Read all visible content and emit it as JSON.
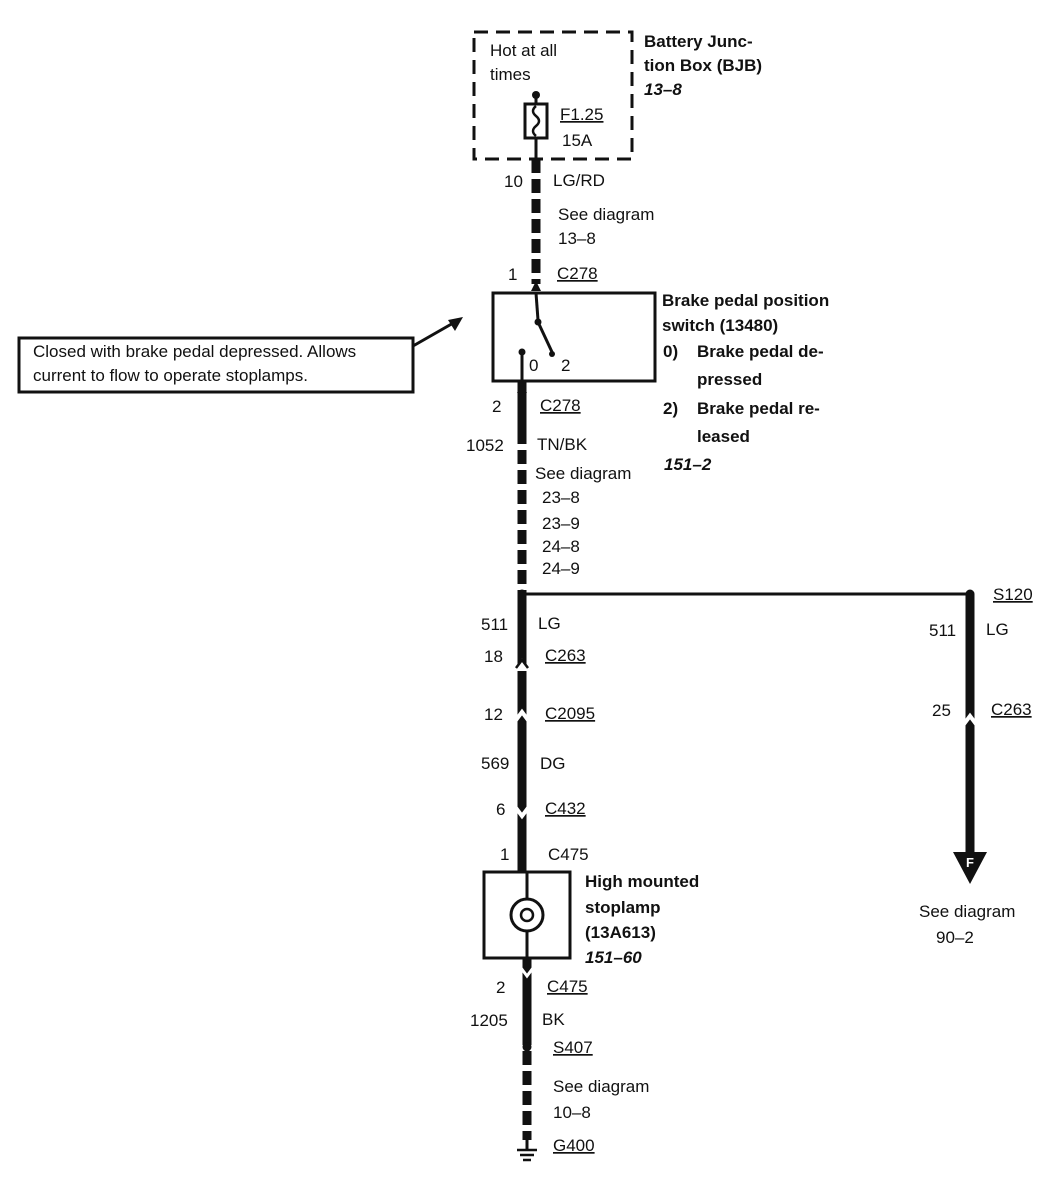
{
  "bjb": {
    "hot_line1": "Hot at all",
    "hot_line2": "times",
    "fuse_id": "F1.25",
    "fuse_rating": "15A",
    "title_line1": "Battery Junc-",
    "title_line2": "tion Box (BJB)",
    "ref": "13–8"
  },
  "wire_top": {
    "circuit": "10",
    "color": "LG/RD",
    "see_label": "See diagram",
    "see_ref": "13–8"
  },
  "switch": {
    "pin_in": "1",
    "connector_in": "C278",
    "pos0": "0",
    "pos2": "2",
    "title_line1": "Brake pedal position",
    "title_line2": "switch (13480)",
    "state0_num": "0)",
    "state0_line1": "Brake pedal de-",
    "state0_line2": "pressed",
    "state2_num": "2)",
    "state2_line1": "Brake pedal re-",
    "state2_line2": "leased",
    "ref": "151–2",
    "pin_out": "2",
    "connector_out": "C278"
  },
  "callout": {
    "line1": "Closed with brake pedal depressed. Allows",
    "line2": "current to flow to operate stoplamps."
  },
  "wire_mid": {
    "circuit": "1052",
    "color": "TN/BK",
    "see_label": "See diagram",
    "refs": [
      "23–8",
      "23–9",
      "24–8",
      "24–9"
    ]
  },
  "left_branch": {
    "circuit": "511",
    "color": "LG",
    "pin_c263": "18",
    "c263": "C263",
    "pin_c2095": "12",
    "c2095": "C2095",
    "circuit2": "569",
    "color2": "DG",
    "pin_c432": "6",
    "c432": "C432",
    "pin_c475_in": "1",
    "c475_in": "C475"
  },
  "right_branch": {
    "splice": "S120",
    "circuit": "511",
    "color": "LG",
    "pin_c263": "25",
    "c263": "C263",
    "arrow_letter": "F",
    "see_label": "See diagram",
    "see_ref": "90–2"
  },
  "lamp": {
    "title_line1": "High mounted",
    "title_line2": "stoplamp",
    "title_line3": "(13A613)",
    "ref": "151–60",
    "pin_out": "2",
    "c475_out": "C475"
  },
  "ground_wire": {
    "circuit": "1205",
    "color": "BK",
    "splice": "S407",
    "see_label": "See diagram",
    "see_ref": "10–8",
    "ground": "G400"
  }
}
